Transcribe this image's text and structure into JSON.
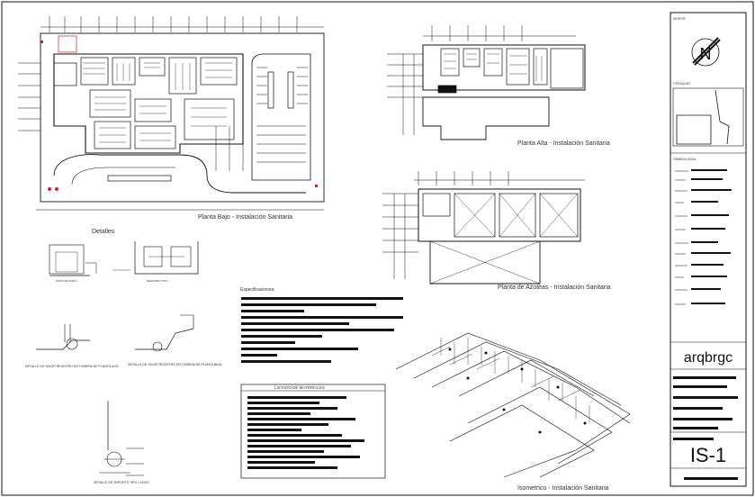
{
  "sheet": {
    "plan_low_title": "Planta Bajo - Instalación Sanitaria",
    "plan_upper_title": "Planta Alta - Instalación Sanitaria",
    "plan_roof_title": "Planta de Azoteas - Instalación Sanitaria",
    "isometric_title": "Isometrico - Instalación Sanitaria",
    "details_title": "Detalles",
    "specs_title": "Especificaciones:",
    "materials_title": "LISTADO DE MATERIALES",
    "detail_a_label": "DETALLE DE YAVOR REGISTRO EN TUBERIA DE PLANTA ALTA",
    "detail_b_label": "DETALLE DE YAVOR REGISTRO EN TUBERIA DE PLANTA BAJA",
    "detail_c_label": "DETALLE DE SOPORTE TIPO CLEVIS",
    "detail_d_label": "POZO DE VISITA",
    "detail_e_label": "REGISTRO TIPO"
  },
  "title_block": {
    "north_label": "N",
    "firm_logo": "arqbrgc",
    "sheet_code": "IS-1",
    "north_heading": "NORTE",
    "location_heading": "CROQUIS",
    "legend_heading": "SIMBOLOGIA"
  },
  "colors": {
    "ink": "#111111",
    "red": "#d22222",
    "paper": "#ffffff"
  }
}
